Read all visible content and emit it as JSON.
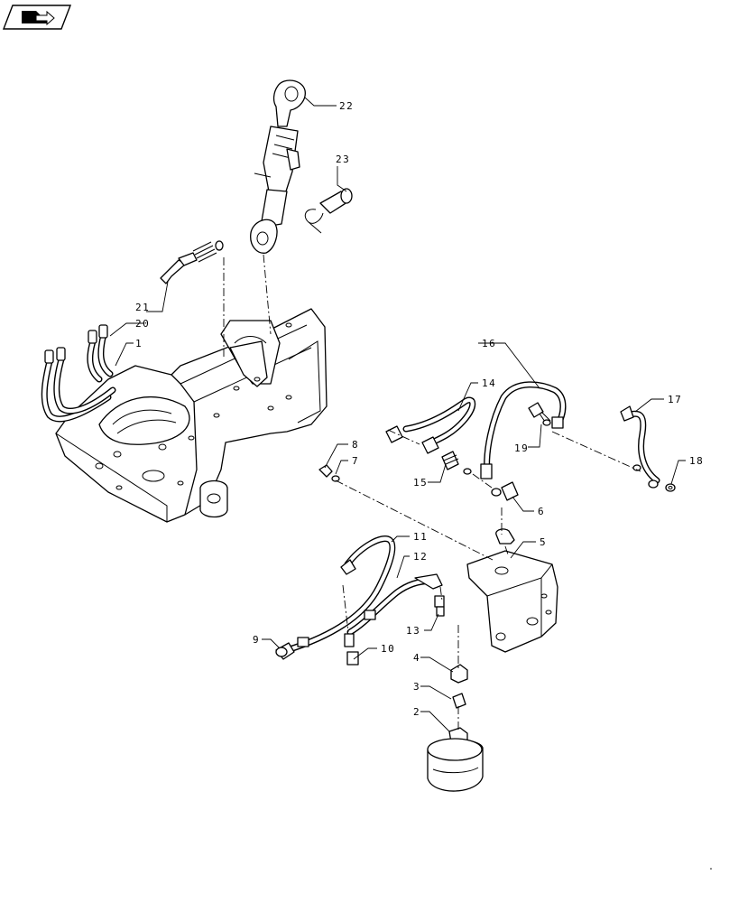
{
  "diagram": {
    "icon": "book-arrow-icon",
    "callouts": [
      "1",
      "2",
      "3",
      "4",
      "5",
      "6",
      "7",
      "8",
      "9",
      "10",
      "11",
      "12",
      "13",
      "14",
      "15",
      "16",
      "17",
      "18",
      "19",
      "20",
      "21",
      "22",
      "23"
    ]
  }
}
